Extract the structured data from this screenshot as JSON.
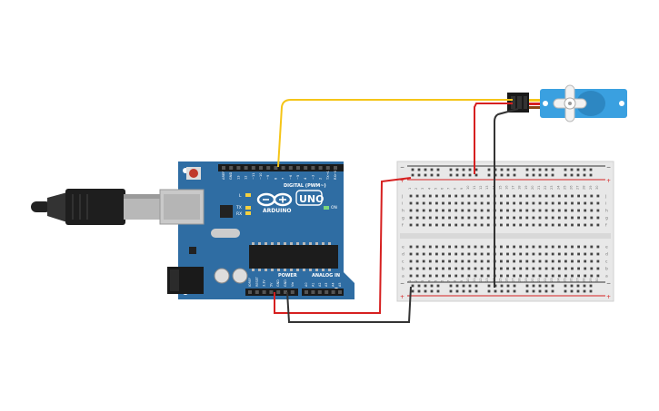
{
  "arduino": {
    "brand": "ARDUINO",
    "model": "UNO",
    "digital_label": "DIGITAL (PWM~)",
    "power_label": "POWER",
    "analog_label": "ANALOG IN",
    "on_label": "ON",
    "tx_label": "TX",
    "rx_label": "RX",
    "l_label": "L",
    "top_pin_labels": [
      "AREF",
      "GND",
      "13",
      "12",
      "~11",
      "~10",
      "~9",
      "8",
      "7",
      "~6",
      "~5",
      "4",
      "~3",
      "2",
      "TX→1",
      "RX←0"
    ],
    "power_pin_labels": [
      "IOREF",
      "RESET",
      "3.3V",
      "5V",
      "GND",
      "GND",
      "Vin"
    ],
    "analog_pin_labels": [
      "A0",
      "A1",
      "A2",
      "A3",
      "A4",
      "A5"
    ]
  },
  "breadboard": {
    "column_numbers": [
      "1",
      "2",
      "3",
      "4",
      "5",
      "6",
      "7",
      "8",
      "9",
      "10",
      "11",
      "12",
      "13",
      "14",
      "15",
      "16",
      "17",
      "18",
      "19",
      "20",
      "21",
      "22",
      "23",
      "24",
      "25",
      "26",
      "27",
      "28",
      "29",
      "30"
    ],
    "top_row_letters": [
      "j",
      "i",
      "h",
      "g",
      "f"
    ],
    "bottom_row_letters": [
      "e",
      "d",
      "c",
      "b",
      "a"
    ],
    "rail_plus": "+",
    "rail_minus": "−"
  },
  "colors": {
    "board": "#2f6da3",
    "signal_wire": "#f5c518",
    "power_wire": "#d62020",
    "ground_wire": "#333333",
    "servo": "#3aa0e0"
  },
  "icons": [
    "usb-cable-icon",
    "servo-motor-icon"
  ]
}
